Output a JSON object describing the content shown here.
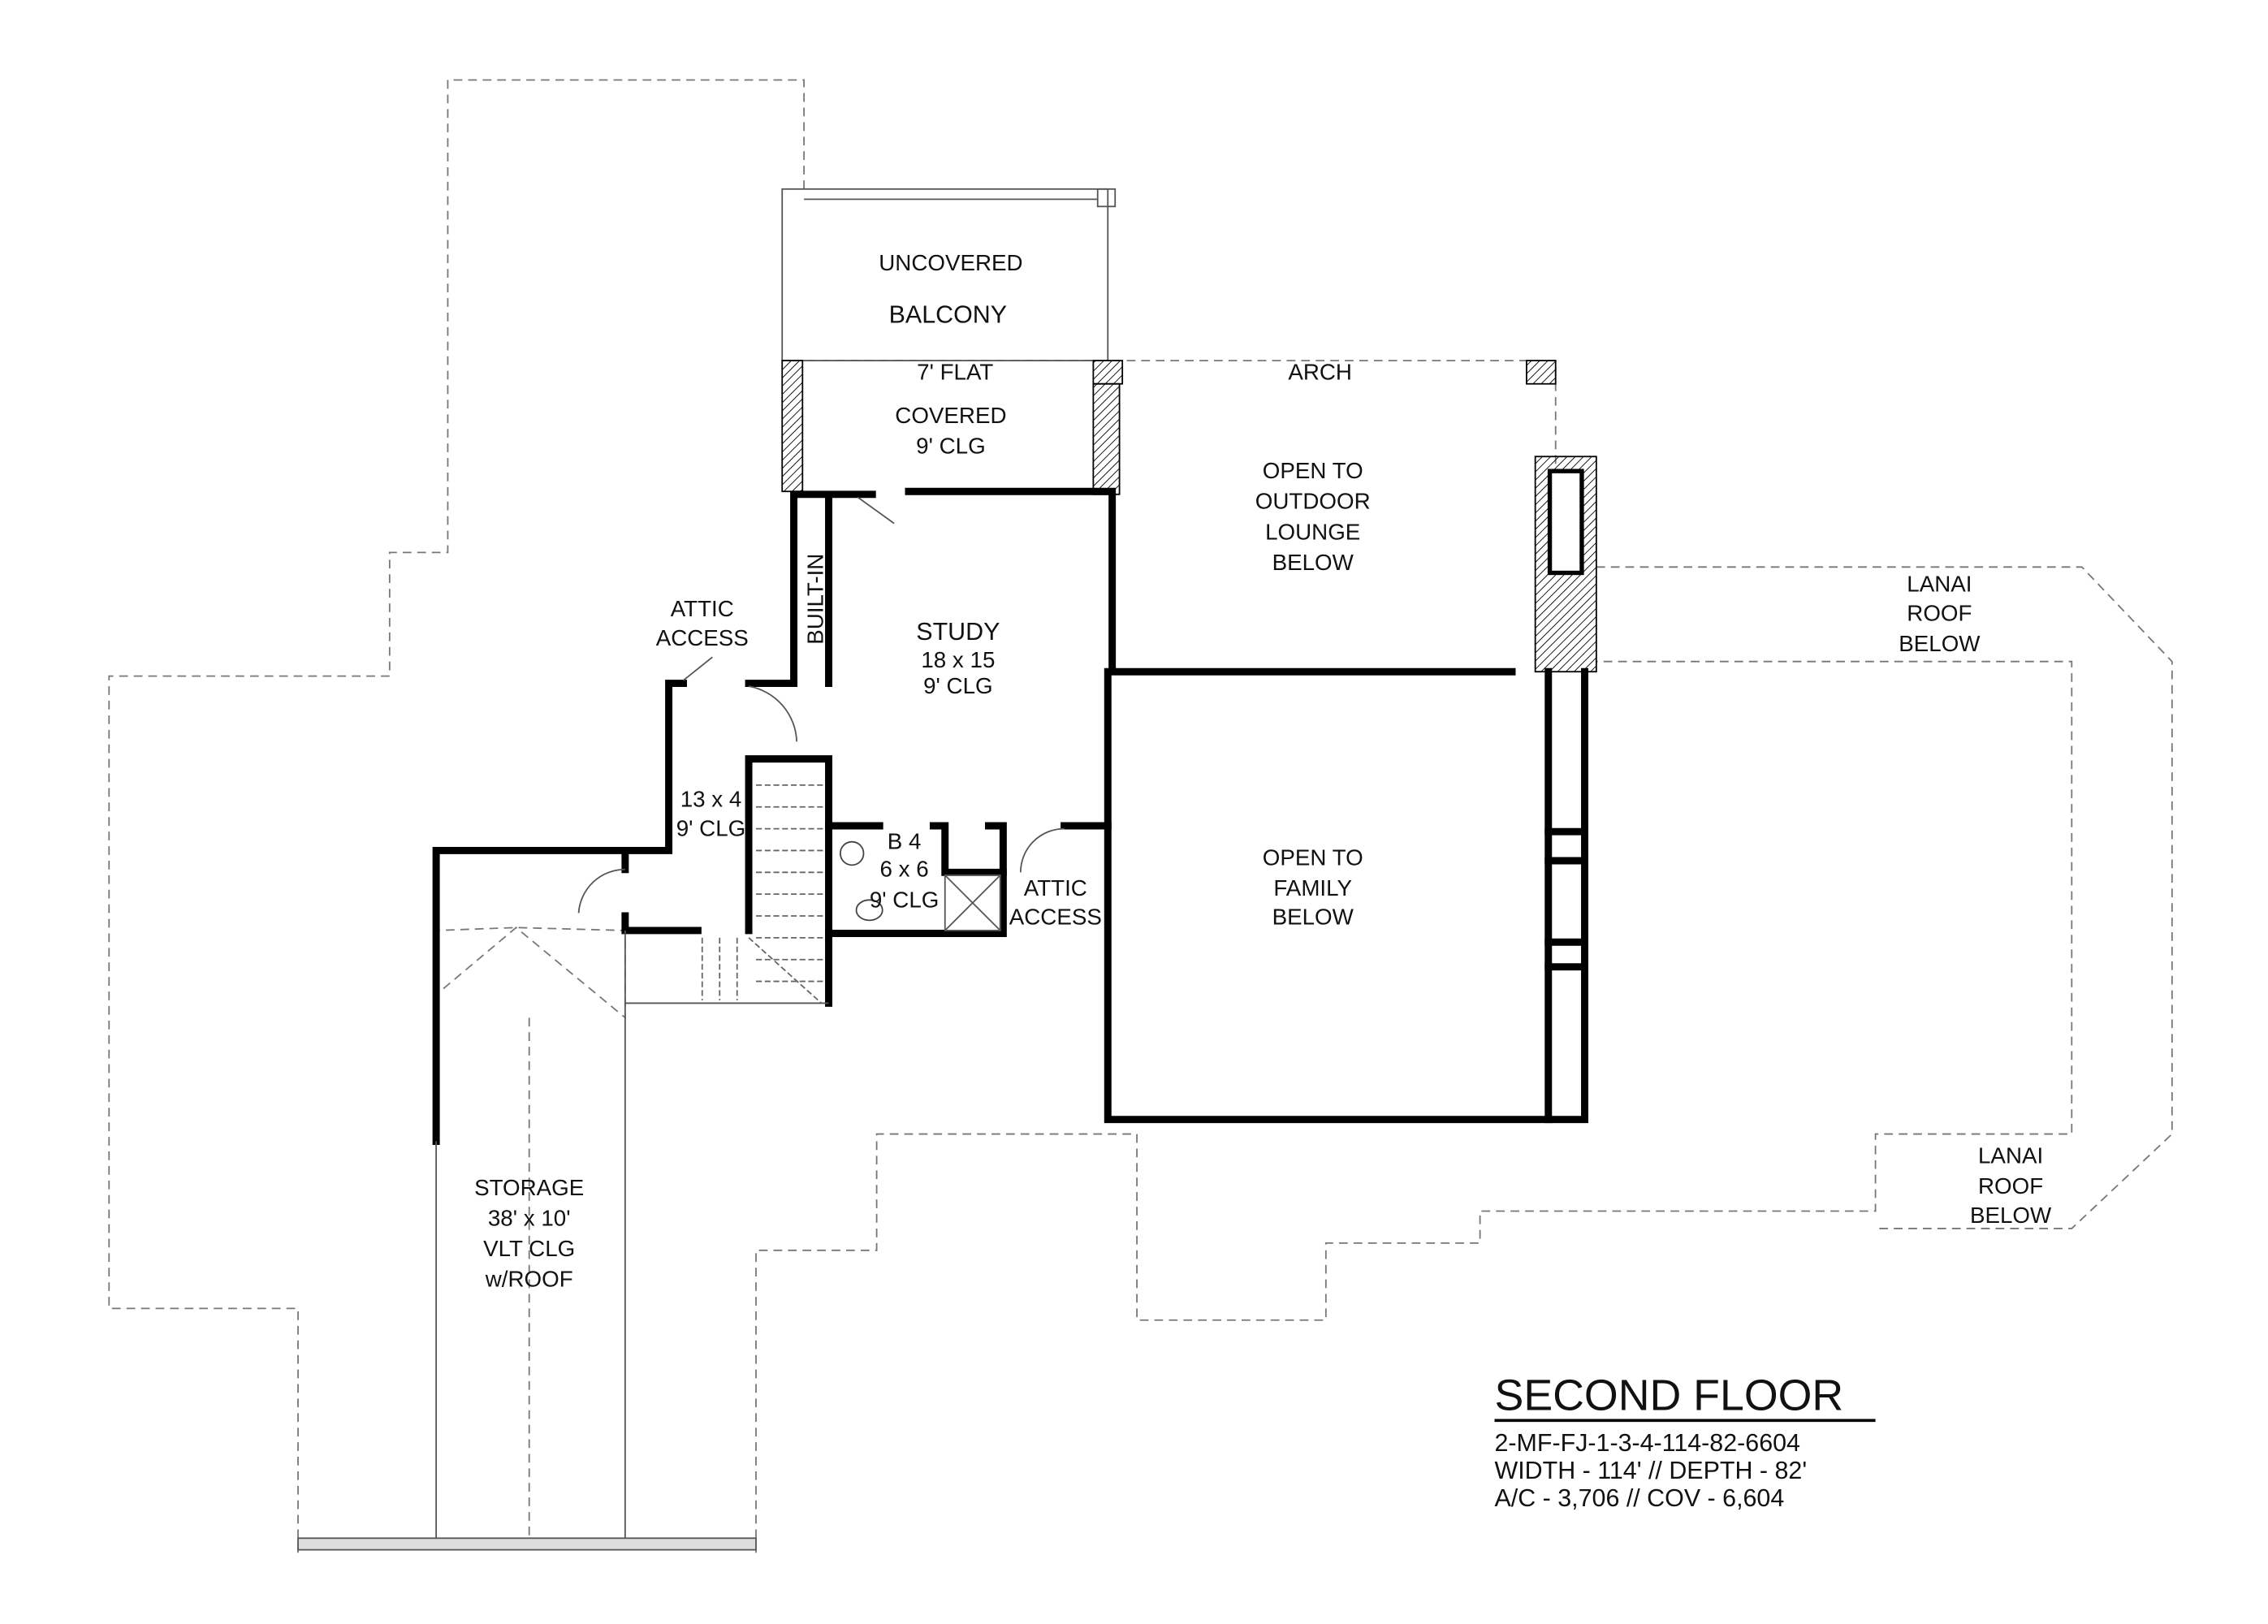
{
  "title": "SECOND FLOOR",
  "plan_code": "2-MF-FJ-1-3-4-114-82-6604",
  "dimensions": "WIDTH - 114' // DEPTH - 82'",
  "areas": "A/C - 3,706 // COV - 6,604",
  "rooms": {
    "balcony": [
      "UNCOVERED",
      "BALCONY"
    ],
    "flat": "7' FLAT",
    "arch": "ARCH",
    "covered": [
      "COVERED",
      "9' CLG"
    ],
    "lounge": [
      "OPEN TO",
      "OUTDOOR",
      "LOUNGE",
      "BELOW"
    ],
    "lanai_top": [
      "LANAI",
      "ROOF",
      "BELOW"
    ],
    "lanai_bottom": [
      "LANAI",
      "ROOF",
      "BELOW"
    ],
    "attic1": [
      "ATTIC",
      "ACCESS"
    ],
    "builtin": "BUILT-IN",
    "study": [
      "STUDY",
      "18 x 15",
      "9' CLG"
    ],
    "hall": [
      "13 x 4",
      "9' CLG"
    ],
    "bath": [
      "B 4",
      "6 x 6",
      "9' CLG"
    ],
    "attic2": [
      "ATTIC",
      "ACCESS"
    ],
    "family": [
      "OPEN TO",
      "FAMILY",
      "BELOW"
    ],
    "storage": [
      "STORAGE",
      "38' x 10'",
      "VLT CLG",
      "w/ROOF"
    ]
  }
}
